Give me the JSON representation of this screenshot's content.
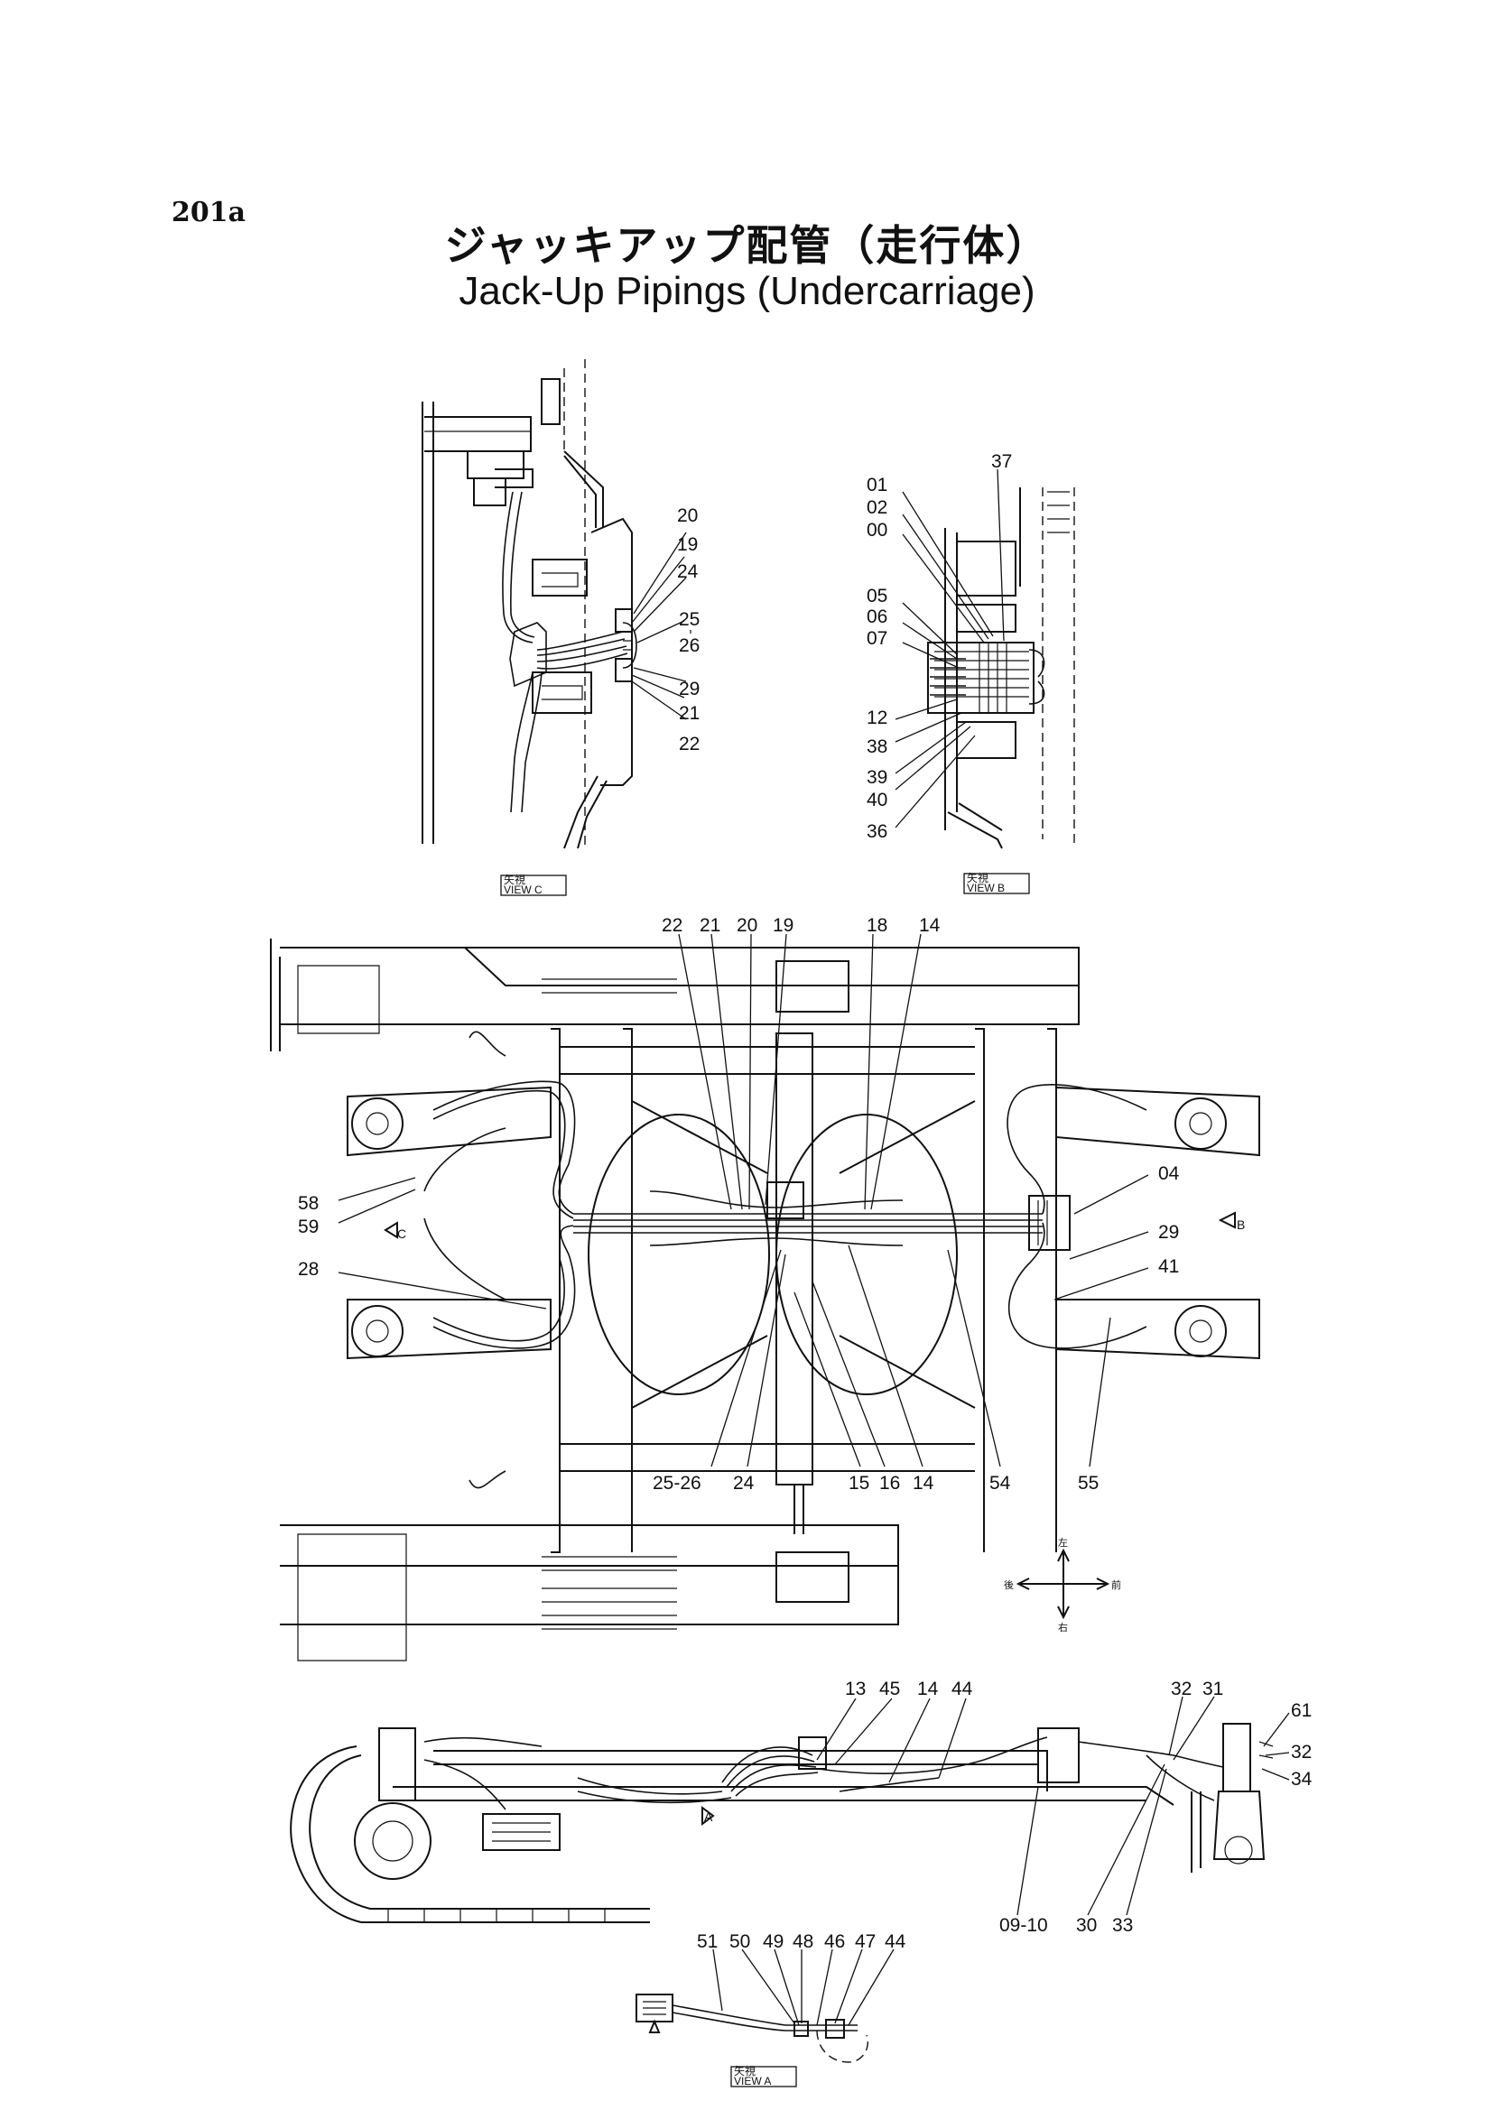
{
  "page_number": "201a",
  "title_jp": "ジャッキアップ配管（走行体）",
  "title_en": "Jack-Up Pipings (Undercarriage)",
  "views": {
    "c": {
      "jp": "矢視",
      "label": "VIEW  C"
    },
    "b": {
      "jp": "矢視",
      "label": "VIEW  B"
    },
    "a": {
      "jp": "矢視",
      "label": "VIEW  A"
    }
  },
  "arrow_markers": {
    "c": "C",
    "b": "B",
    "a": "A"
  },
  "compass": {
    "up": "左",
    "down": "右",
    "left": "後",
    "right": "前"
  },
  "callouts": {
    "view_c": [
      "20",
      "19",
      "24",
      "25",
      "26",
      "29",
      "21",
      "22"
    ],
    "view_b": [
      "37",
      "01",
      "02",
      "00",
      "05",
      "06",
      "07",
      "12",
      "38",
      "39",
      "40",
      "36"
    ],
    "plan_top": [
      "22",
      "21",
      "20",
      "19",
      "18",
      "14"
    ],
    "plan_left": [
      "58",
      "59",
      "28"
    ],
    "plan_right": [
      "04",
      "29",
      "41"
    ],
    "plan_bottom": [
      "25-26",
      "24",
      "15",
      "16",
      "14",
      "54",
      "55"
    ],
    "side_top": [
      "13",
      "45",
      "14",
      "44",
      "32",
      "31",
      "61",
      "32",
      "34"
    ],
    "side_bottom": [
      "09-10",
      "30",
      "33"
    ],
    "view_a": [
      "51",
      "50",
      "49",
      "48",
      "46",
      "47",
      "44"
    ]
  }
}
